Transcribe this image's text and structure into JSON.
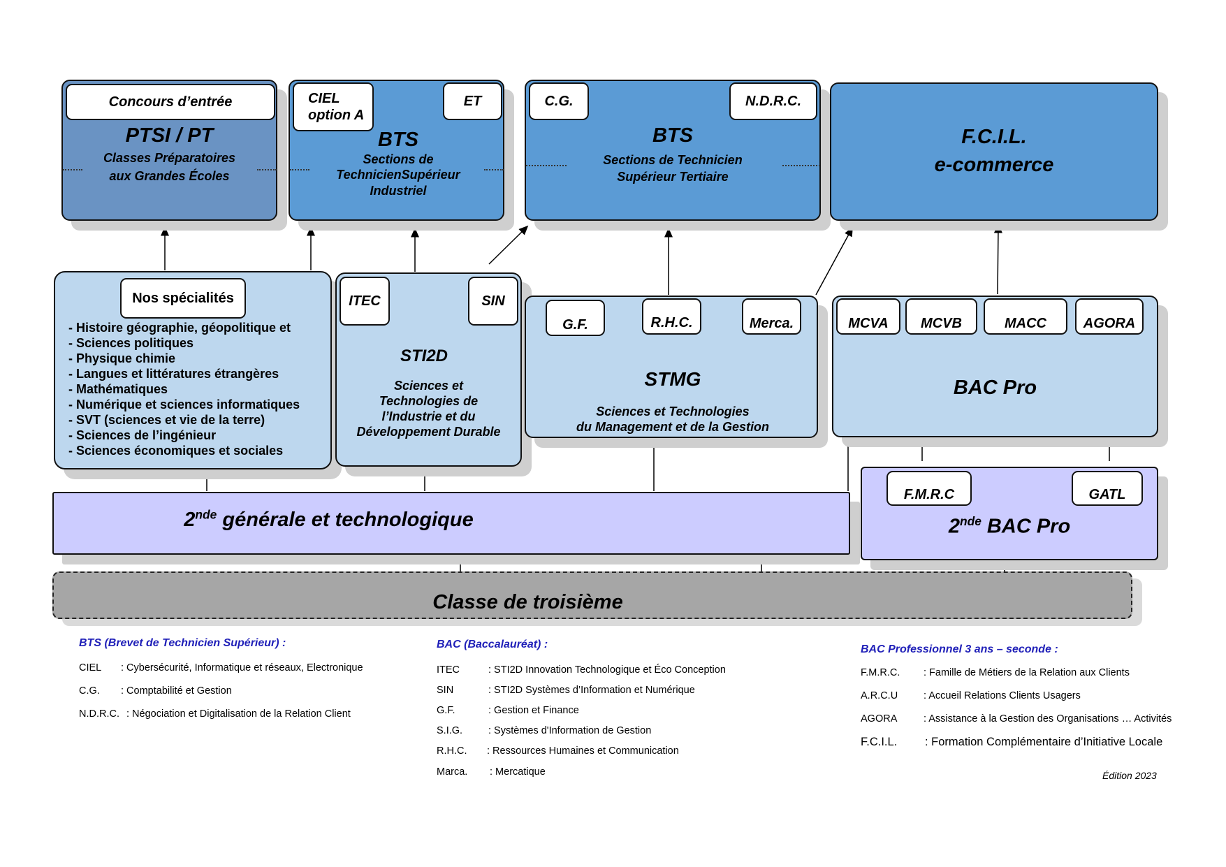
{
  "ptsi": {
    "tab": "Concours d’entrée",
    "title": "PTSI / PT",
    "subtitle1": "Classes Préparatoires",
    "subtitle2": "aux Grandes Écoles"
  },
  "bts_industriel": {
    "tab_ciel_1": "CIEL",
    "tab_ciel_2": "option A",
    "tab_et": "ET",
    "title": "BTS",
    "subtitle1": "Sections de",
    "subtitle2": "TechnicienSupérieur",
    "subtitle3": "Industriel"
  },
  "bts_tertiaire": {
    "tab_cg": "C.G.",
    "tab_ndrc": "N.D.R.C.",
    "title": "BTS",
    "subtitle1": "Sections de Technicien",
    "subtitle2": "Supérieur Tertiaire"
  },
  "fcil": {
    "title1": "F.C.I.L.",
    "title2": "e-commerce"
  },
  "specialites": {
    "tab": "Nos spécialités",
    "items": [
      "- Histoire géographie, géopolitique et",
      "- Sciences politiques",
      "- Physique chimie",
      "- Langues et littératures étrangères",
      "- Mathématiques",
      "- Numérique et sciences informatiques",
      "- SVT (sciences et vie de la terre)",
      "- Sciences de l’ingénieur",
      "- Sciences économiques et sociales"
    ]
  },
  "sti2d": {
    "tab_itec": "ITEC",
    "tab_sin": "SIN",
    "title": "STI2D",
    "subtitle1": "Sciences et",
    "subtitle2": "Technologies de",
    "subtitle3": "l’Industrie et du",
    "subtitle4": "Développement Durable"
  },
  "stmg": {
    "tab_gf": "G.F.",
    "tab_rhc": "R.H.C.",
    "tab_merca": "Merca.",
    "title": "STMG",
    "subtitle1": "Sciences et Technologies",
    "subtitle2": "du Management et de la Gestion"
  },
  "bacpro": {
    "tab_mcva": "MCVA",
    "tab_mcvb": "MCVB",
    "tab_macc": "MACC",
    "tab_agora": "AGORA",
    "title": "BAC Pro"
  },
  "seconde_gt": {
    "prefix": "2",
    "sup": "nde",
    "rest": " générale et technologique"
  },
  "seconde_pro": {
    "tab_fmrc": "F.M.R.C",
    "tab_gatl": "GATL",
    "prefix": "2",
    "sup": "nde",
    "rest": " BAC Pro"
  },
  "troisieme": {
    "title": "Classe de troisième"
  },
  "legend_bts": {
    "heading": "BTS (Brevet de Technicien Supérieur) :",
    "rows": [
      {
        "abbr": "CIEL",
        "desc": ": Cybersécurité, Informatique et réseaux, Electronique"
      },
      {
        "abbr": "C.G.",
        "desc": ": Comptabilité et Gestion"
      },
      {
        "abbr": "N.D.R.C.",
        "desc": ": Négociation et Digitalisation de la Relation Client"
      }
    ]
  },
  "legend_bac": {
    "heading": "BAC (Baccalauréat) :",
    "rows": [
      {
        "abbr": "ITEC",
        "desc": ": STI2D Innovation Technologique et Éco Conception"
      },
      {
        "abbr": "SIN",
        "desc": ": STI2D Systèmes d’Information et Numérique"
      },
      {
        "abbr": "G.F.",
        "desc": ": Gestion et Finance"
      },
      {
        "abbr": "S.I.G.",
        "desc": ": Systèmes d'Information de Gestion"
      },
      {
        "abbr": "R.H.C.",
        "desc": ": Ressources Humaines et Communication"
      },
      {
        "abbr": "Marca.",
        "desc": ": Mercatique"
      }
    ]
  },
  "legend_pro": {
    "heading": "BAC Professionnel 3 ans – seconde :",
    "rows": [
      {
        "abbr": "F.M.R.C.",
        "desc": ": Famille de Métiers de la Relation aux Clients"
      },
      {
        "abbr": "A.R.C.U",
        "desc": ": Accueil Relations Clients Usagers"
      },
      {
        "abbr": "AGORA",
        "desc": ": Assistance à la Gestion des Organisations … Activités"
      },
      {
        "abbr": "F.C.I.L.",
        "desc": ": Formation Complémentaire d’Initiative Locale"
      }
    ]
  },
  "edition": "Édition 2023",
  "colors": {
    "ptsi_bg": "#6a93c3",
    "bts_bg": "#5b9bd5",
    "light_bg": "#bdd7ee",
    "seconde_bg": "#ccccff",
    "troisieme_bg": "#a6a6a6",
    "legend_heading": "#1f1fb8"
  }
}
